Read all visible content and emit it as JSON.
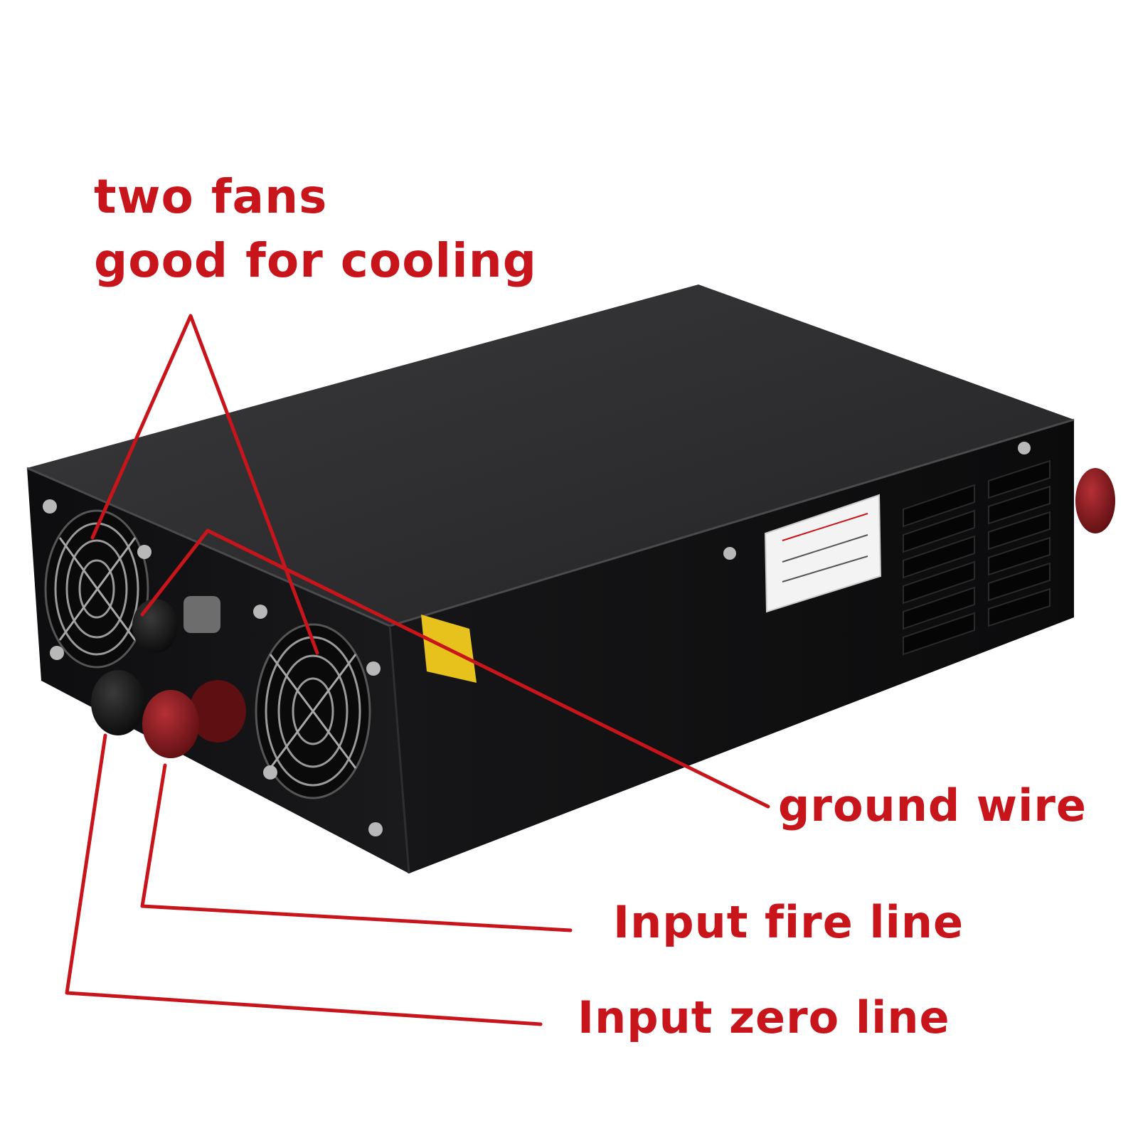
{
  "callouts": {
    "fans_line1": "two fans",
    "fans_line2": "good for cooling",
    "ground": "ground wire",
    "fire": "Input fire line",
    "zero": "Input zero line"
  },
  "colors": {
    "callout": "#c8151b",
    "case_top": "#2b2b2d",
    "case_side": "#121214",
    "terminal_red": "#8c1a1d",
    "terminal_black": "#1a1a1a"
  }
}
